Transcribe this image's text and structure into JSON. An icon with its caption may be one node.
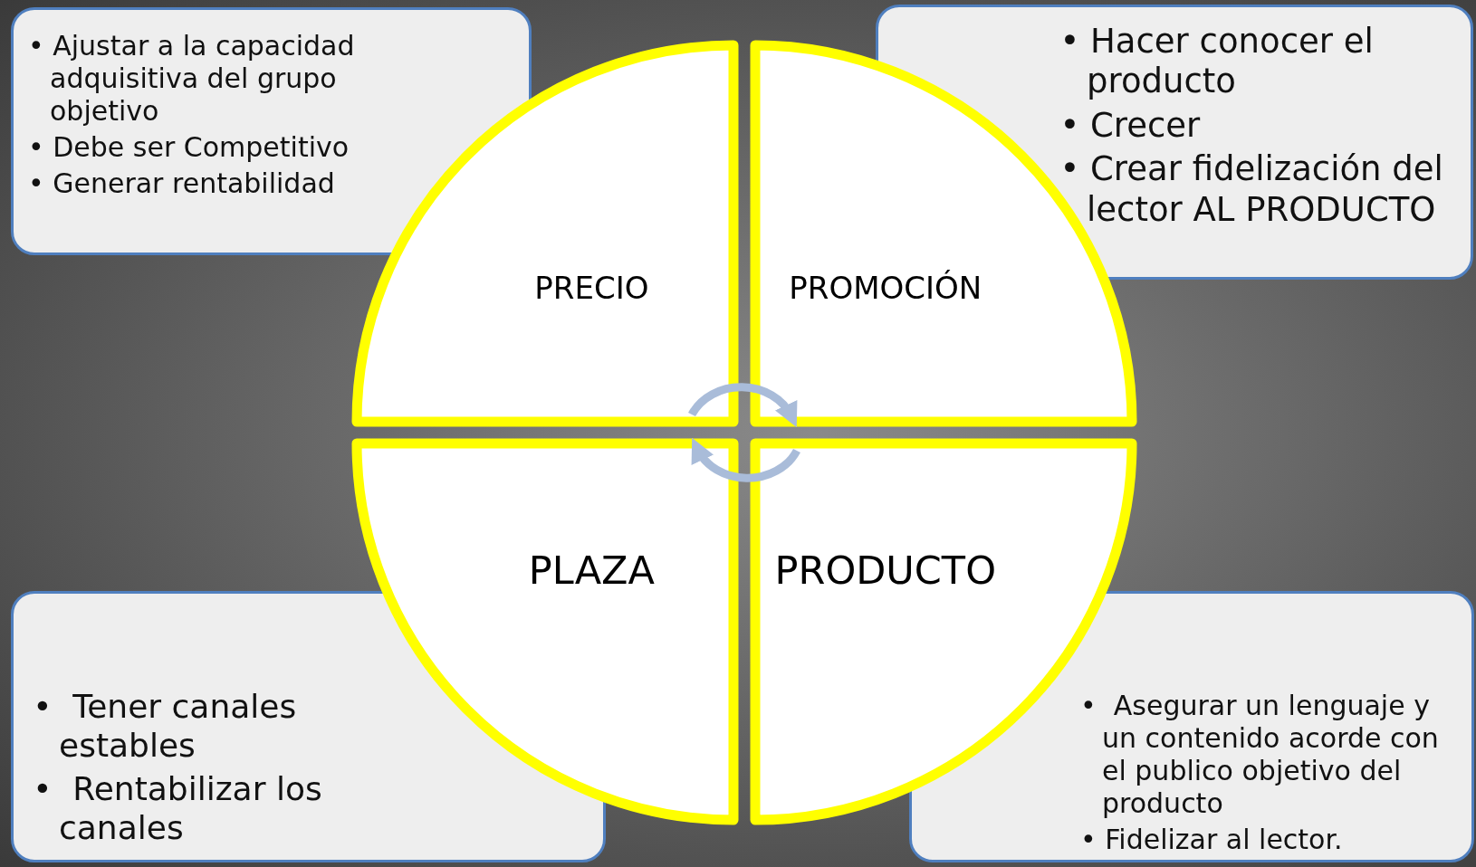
{
  "diagram": {
    "nodes": [
      {
        "text": [
          "• Ajustar a la capacidad adquisitiva del grupo objetivo",
          "• Debe ser Competitivo",
          "• Generar rentabilidad"
        ]
      },
      {
        "text": [
          "• Hacer conocer el producto",
          "• Crecer",
          "• Crear fidelización del lector AL PRODUCTO"
        ]
      },
      {
        "text": [
          "PRECIO"
        ]
      },
      {
        "text": [
          "PROMOCIÓN"
        ]
      },
      {
        "text": [
          "PLAZA"
        ]
      },
      {
        "text": [
          "PRODUCTO"
        ]
      },
      {
        "text": [
          "•  Tener canales estables",
          "•  Rentabilizar los canales"
        ]
      },
      {
        "text": [
          "•  Asegurar un lenguaje y un contenido acorde con el publico objetivo del producto",
          "• Fidelizar al lector."
        ]
      }
    ],
    "edges": [
      {
        "from": 2,
        "to": 3,
        "arrow": "to"
      },
      {
        "from": 5,
        "to": 4,
        "arrow": "to"
      }
    ]
  }
}
